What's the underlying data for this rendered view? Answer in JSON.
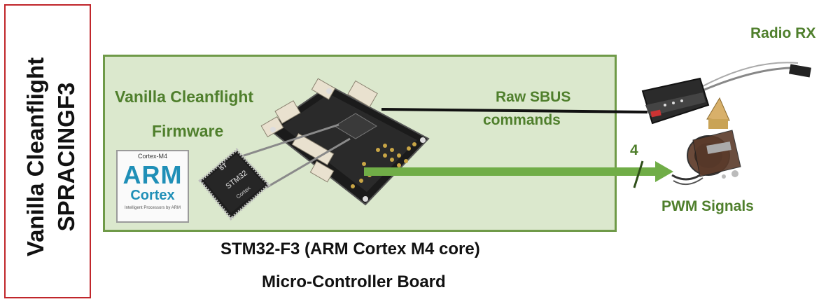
{
  "side_panel": {
    "line1": "Vanilla Cleanflight",
    "line2": "SPRACINGF3"
  },
  "board": {
    "firmware_line1": "Vanilla Cleanflight",
    "firmware_line2": "Firmware",
    "caption_line1": "STM32-F3 (ARM Cortex M4 core)",
    "caption_line2": "Micro-Controller Board"
  },
  "arm_logo": {
    "header": "Cortex-M4",
    "brand": "ARM",
    "product": "Cortex",
    "tagline": "Intelligent Processors by ARM"
  },
  "chip": {
    "brand": "STM32",
    "core": "Cortex"
  },
  "signals": {
    "sbus_line1": "Raw SBUS",
    "sbus_line2": "commands",
    "pwm": "PWM Signals",
    "channel_count": "4"
  },
  "receiver": {
    "label": "Radio RX"
  },
  "colors": {
    "board_fill": "#dbe8cd",
    "board_border": "#6f9a48",
    "label_green": "#4f7f2c",
    "arrow_green": "#70ad47",
    "side_border": "#c0262b"
  }
}
